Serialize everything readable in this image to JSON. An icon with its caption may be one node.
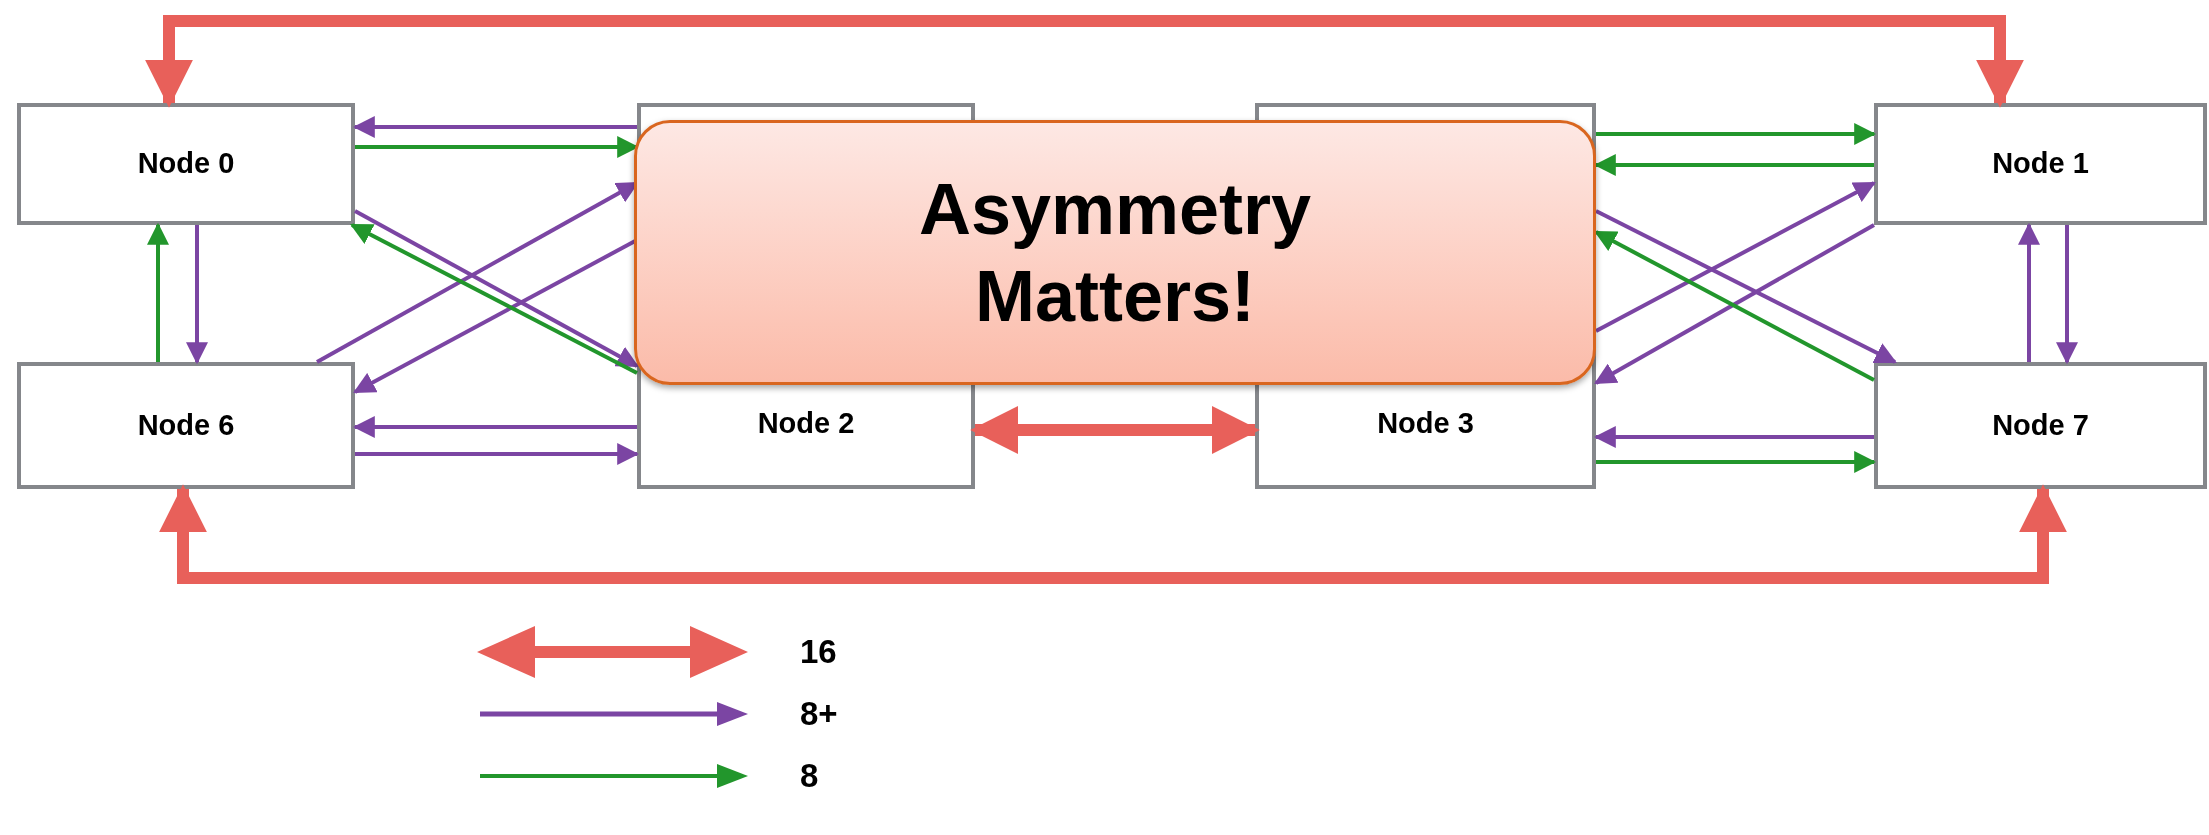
{
  "diagram": {
    "nodes": [
      {
        "text": [
          "Node 0"
        ]
      },
      {
        "text": [
          "Node 2"
        ]
      },
      {
        "text": [
          "Node 3"
        ]
      },
      {
        "text": [
          "Node 1"
        ]
      },
      {
        "text": [
          "Node 6"
        ]
      },
      {
        "text": [
          "Node 7"
        ]
      },
      {
        "text": [
          "Asymmetry Matters!"
        ]
      }
    ],
    "edges": [
      {
        "from": 0,
        "to": 3,
        "arrow": "both",
        "style": "thick",
        "color": "#e8605a"
      },
      {
        "from": 4,
        "to": 5,
        "arrow": "both",
        "style": "thick",
        "color": "#e8605a"
      },
      {
        "from": 1,
        "to": 2,
        "arrow": "both",
        "style": "thick",
        "color": "#e8605a"
      },
      {
        "from": 1,
        "to": 0,
        "arrow": "to"
      },
      {
        "from": 0,
        "to": 1,
        "arrow": "to",
        "color": "#22962c"
      },
      {
        "from": 4,
        "to": 1,
        "arrow": "to"
      },
      {
        "from": 1,
        "to": 4,
        "arrow": "to"
      },
      {
        "from": 0,
        "to": 1,
        "arrow": "to"
      },
      {
        "from": 1,
        "to": 0,
        "arrow": "to",
        "color": "#22962c"
      },
      {
        "from": 1,
        "to": 4,
        "arrow": "to"
      },
      {
        "from": 4,
        "to": 1,
        "arrow": "to"
      },
      {
        "from": 4,
        "to": 0,
        "arrow": "to",
        "color": "#22962c"
      },
      {
        "from": 0,
        "to": 4,
        "arrow": "to"
      },
      {
        "from": 2,
        "to": 3,
        "arrow": "to",
        "color": "#22962c"
      },
      {
        "from": 3,
        "to": 2,
        "arrow": "to",
        "color": "#22962c"
      },
      {
        "from": 2,
        "to": 3,
        "arrow": "to"
      },
      {
        "from": 3,
        "to": 2,
        "arrow": "to"
      },
      {
        "from": 2,
        "to": 5,
        "arrow": "to"
      },
      {
        "from": 5,
        "to": 2,
        "arrow": "to",
        "color": "#22962c"
      },
      {
        "from": 5,
        "to": 2,
        "arrow": "to"
      },
      {
        "from": 2,
        "to": 5,
        "arrow": "to",
        "color": "#22962c"
      },
      {
        "from": 5,
        "to": 3,
        "arrow": "to"
      },
      {
        "from": 3,
        "to": 5,
        "arrow": "to"
      }
    ],
    "legend": [
      {
        "text": "16"
      },
      {
        "text": "8+"
      },
      {
        "text": "8"
      }
    ]
  }
}
